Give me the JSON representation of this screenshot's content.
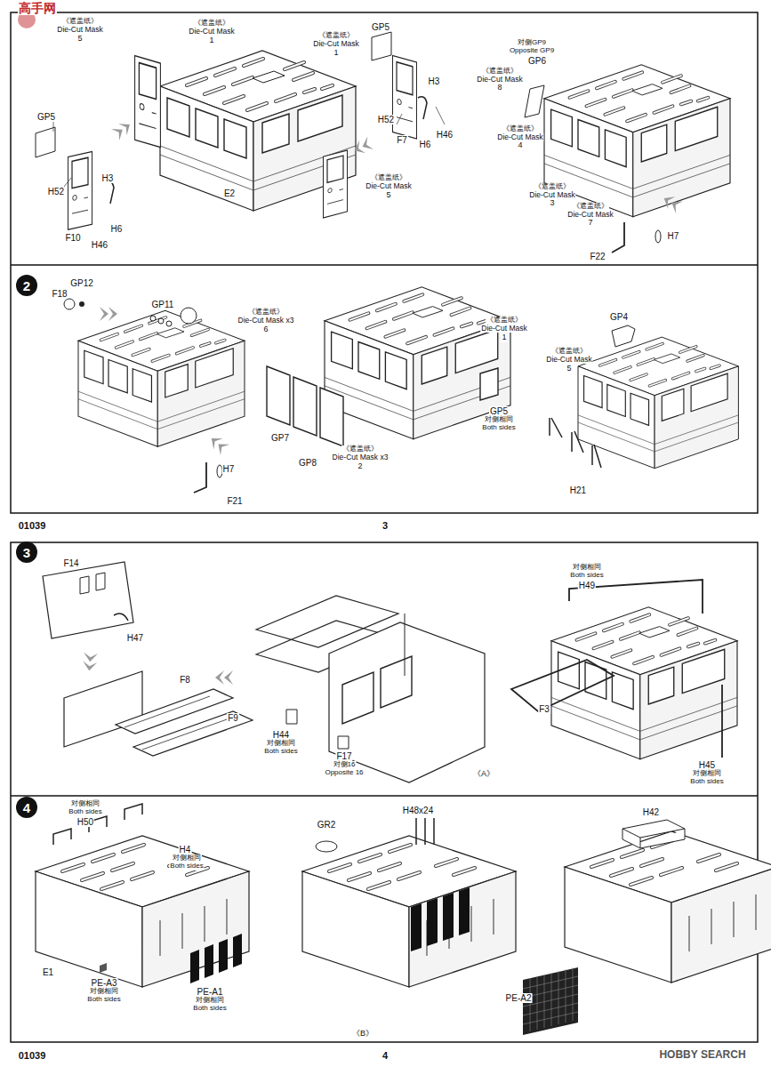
{
  "diagram": {
    "nodes": [
      {
        "text": [
          "2"
        ]
      },
      {
        "text": [
          "3"
        ]
      },
      {
        "text": [
          "4"
        ]
      }
    ],
    "labels": [
      "高手网",
      "《遮盖纸》",
      "Die-Cut Mask",
      "5",
      "《遮盖纸》",
      "Die-Cut Mask",
      "1",
      "GP5",
      "《遮盖纸》",
      "Die-Cut Mask",
      "1",
      "对侧GP9",
      "Opposite GP9",
      "GP6",
      "《遮盖纸》",
      "Die-Cut Mask",
      "8",
      "H3",
      "GP5",
      "H52",
      "F7",
      "H6",
      "H46",
      "《遮盖纸》",
      "Die-Cut Mask",
      "4",
      "H3",
      "H52",
      "E2",
      "《遮盖纸》",
      "Die-Cut Mask",
      "5",
      "《遮盖纸》",
      "Die-Cut Mask",
      "3",
      "《遮盖纸》",
      "Die-Cut Mask",
      "7",
      "H6",
      "F10",
      "H46",
      "H7",
      "F22",
      "GP12",
      "F18",
      "GP11",
      "《遮盖纸》",
      "Die-Cut Mask x3",
      "6",
      "《遮盖纸》",
      "Die-Cut Mask",
      "1",
      "GP4",
      "《遮盖纸》",
      "Die-Cut Mask",
      "5",
      "GP7",
      "GP8",
      "《遮盖纸》",
      "Die-Cut Mask x3",
      "2",
      "GP5",
      "对侧相同",
      "Both sides",
      "H21",
      "H7",
      "F21",
      "01039",
      "3",
      "F14",
      "H47",
      "F8",
      "F9",
      "H44",
      "对侧相同",
      "Both sides",
      "F17",
      "对侧16",
      "Opposite 16",
      "《A》",
      "对侧相同",
      "Both sides",
      "H49",
      "F3",
      "H45",
      "对侧相同",
      "Both sides",
      "对侧相同",
      "Both sides",
      "H50",
      "H4",
      "对侧相同",
      "Both sides",
      "GR2",
      "H48x24",
      "H42",
      "E1",
      "PE-A3",
      "对侧相同",
      "Both sides",
      "PE-A1",
      "对侧相同",
      "Both sides",
      "PE-A2",
      "《B》",
      "01039",
      "4",
      "HOBBY SEARCH"
    ]
  }
}
